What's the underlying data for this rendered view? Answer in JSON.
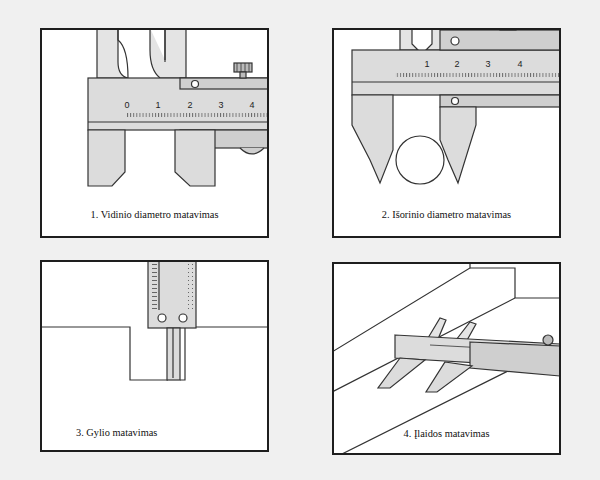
{
  "diagram": {
    "nodes": [
      {
        "text": [
          "1. Vidinio diametro matavimas"
        ]
      },
      {
        "text": [
          "2. Išorinio diametro matavimas"
        ]
      },
      {
        "text": [
          "3. Gylio matavimas"
        ]
      },
      {
        "text": [
          "4. Įlaidos matavimas"
        ]
      }
    ],
    "labels": [
      "0",
      "1",
      "2",
      "3",
      "4",
      "1",
      "2",
      "3",
      "4"
    ]
  }
}
